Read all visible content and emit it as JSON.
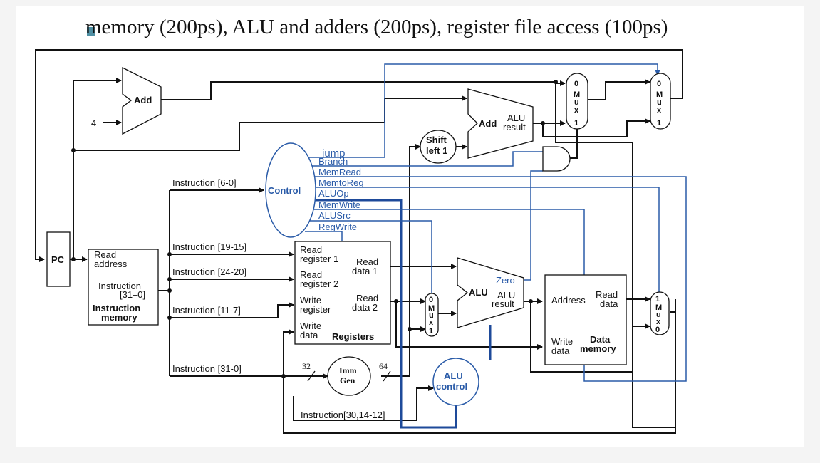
{
  "slide": {
    "title": "memory (200ps), ALU and adders (200ps), register file access (100ps)"
  },
  "labels": {
    "pc": "PC",
    "four": "4",
    "add_top": "Add",
    "add_branch": "Add",
    "alu_result_top": "ALU",
    "alu_result_bottom": "result",
    "shift_line1": "Shift",
    "shift_line2": "left 1",
    "control": "Control",
    "instr_mem_read1": "Read",
    "instr_mem_read2": "address",
    "instr_mem_instr1": "Instruction",
    "instr_mem_instr2": "[31–0]",
    "instr_mem_title1": "Instruction",
    "instr_mem_title2": "memory",
    "instr_6_0": "Instruction [6-0]",
    "instr_19_15": "Instruction [19-15]",
    "instr_24_20": "Instruction [24-20]",
    "instr_11_7": "Instruction [11-7]",
    "instr_31_0": "Instruction [31-0]",
    "instr_30_14_12": "Instruction[30,14-12]",
    "reg_read_reg1_a": "Read",
    "reg_read_reg1_b": "register 1",
    "reg_read_reg2_a": "Read",
    "reg_read_reg2_b": "register 2",
    "reg_write_reg_a": "Write",
    "reg_write_reg_b": "register",
    "reg_write_data_a": "Write",
    "reg_write_data_b": "data",
    "reg_read_data1_a": "Read",
    "reg_read_data1_b": "data 1",
    "reg_read_data2_a": "Read",
    "reg_read_data2_b": "data 2",
    "registers": "Registers",
    "imm_gen_1": "Imm",
    "imm_gen_2": "Gen",
    "bits_32": "32",
    "bits_64": "64",
    "alu": "ALU",
    "alu_zero": "Zero",
    "alu_res1": "ALU",
    "alu_res2": "result",
    "alu_control_1": "ALU",
    "alu_control_2": "control",
    "dm_address": "Address",
    "dm_read1": "Read",
    "dm_read2": "data",
    "dm_write1": "Write",
    "dm_write2": "data",
    "dm_title1": "Data",
    "dm_title2": "memory",
    "mux_letters": [
      "M",
      "u",
      "x"
    ],
    "mux_0": "0",
    "mux_1": "1"
  },
  "control_signals": [
    "jump",
    "Branch",
    "MemRead",
    "MemtoReg",
    "ALUOp",
    "MemWrite",
    "ALUSrc",
    "RegWrite"
  ]
}
